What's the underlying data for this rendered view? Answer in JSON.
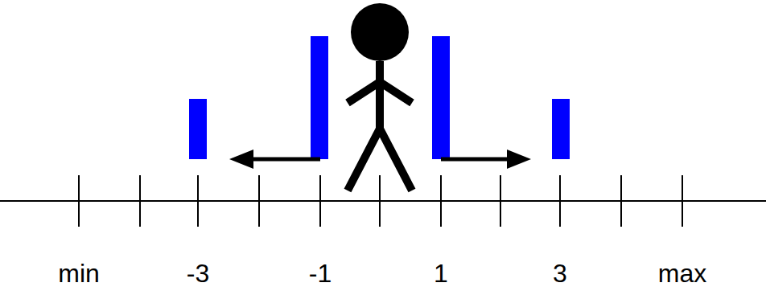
{
  "diagram": {
    "labels": [
      "min",
      "-3",
      "-1",
      "1",
      "3",
      "max"
    ]
  }
}
